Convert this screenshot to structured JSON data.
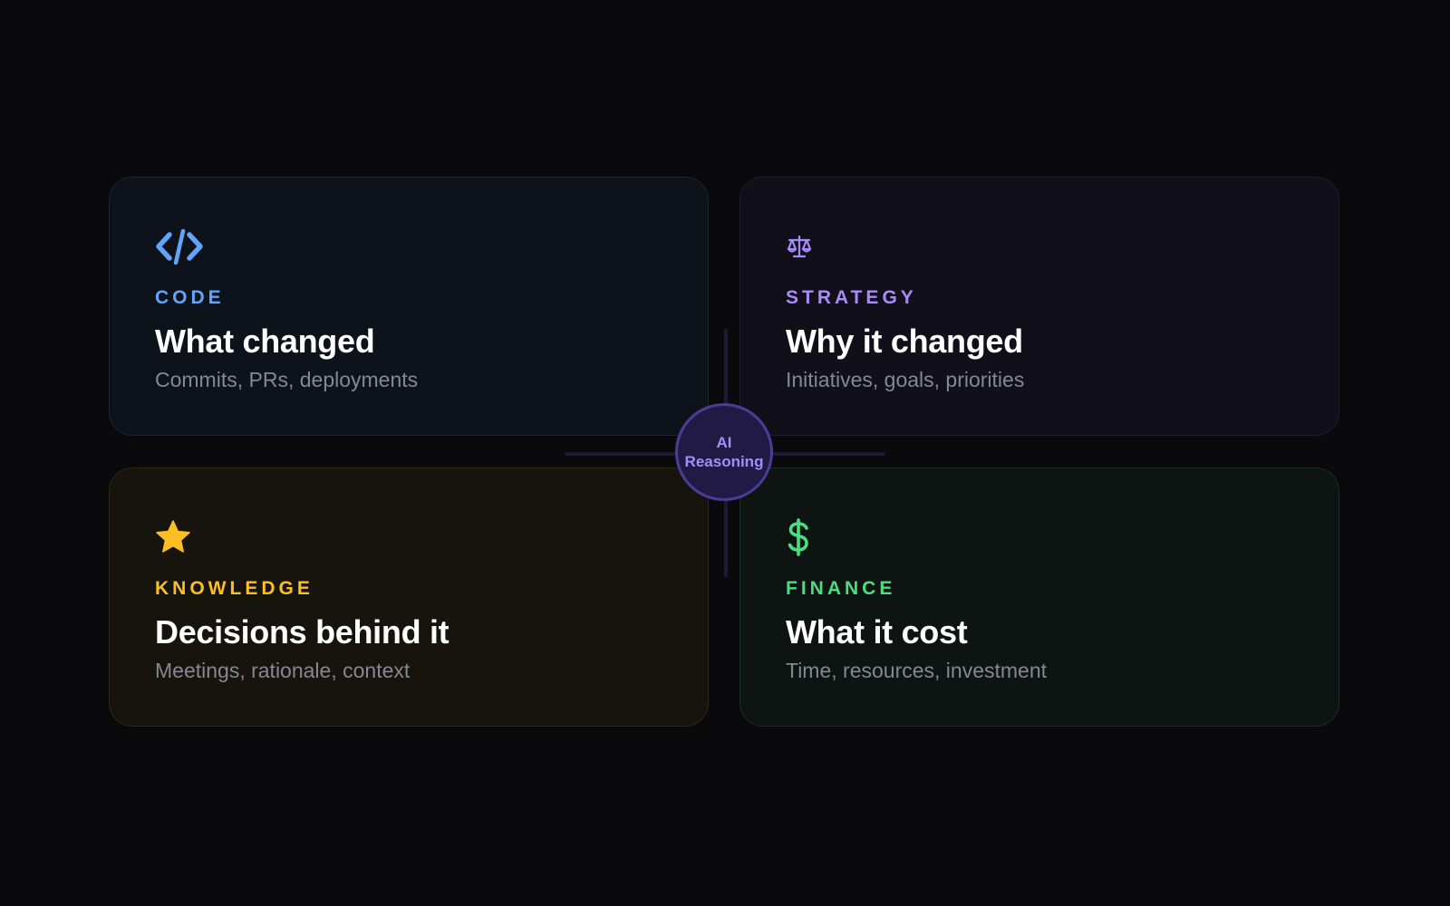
{
  "colors": {
    "background": "#0a0a0c",
    "code_accent": "#60a5fa",
    "strategy_accent": "#a78bfa",
    "knowledge_accent": "#fbbf24",
    "finance_accent": "#4ade80",
    "title": "#ffffff",
    "subtitle": "#858792"
  },
  "cards": {
    "code": {
      "icon": "code-icon",
      "eyebrow": "CODE",
      "title": "What changed",
      "subtitle": "Commits, PRs, deployments"
    },
    "strategy": {
      "icon": "scales-icon",
      "eyebrow": "STRATEGY",
      "title": "Why it changed",
      "subtitle": "Initiatives, goals, priorities"
    },
    "knowledge": {
      "icon": "star-icon",
      "eyebrow": "KNOWLEDGE",
      "title": "Decisions behind it",
      "subtitle": "Meetings, rationale, context"
    },
    "finance": {
      "icon": "dollar-icon",
      "eyebrow": "FINANCE",
      "title": "What it cost",
      "subtitle": "Time, resources, investment"
    }
  },
  "hub": {
    "line1": "AI",
    "line2": "Reasoning"
  }
}
